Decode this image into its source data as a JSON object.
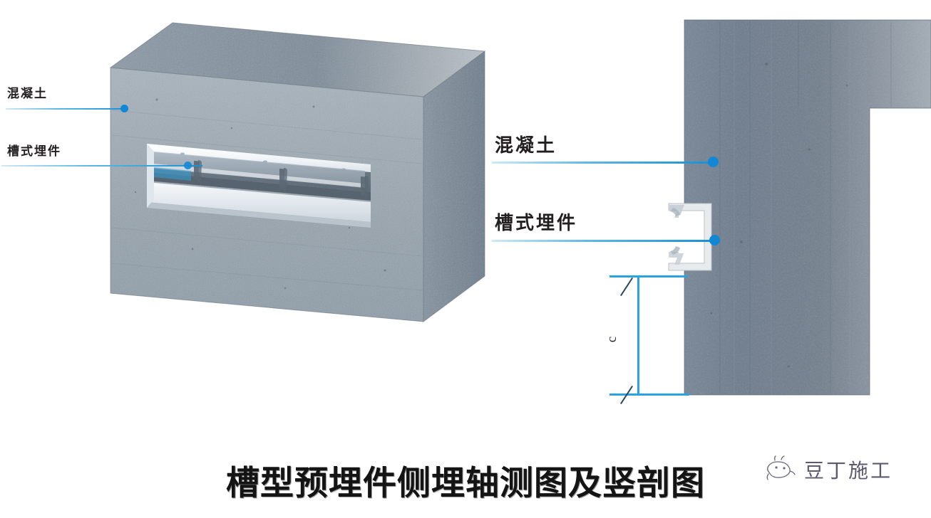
{
  "page": {
    "background": "#ffffff",
    "accent_blue": "#1188d6",
    "title": "槽型预埋件侧埋轴测图及竖剖图"
  },
  "isometric_view": {
    "name": "槽型预埋件侧埋轴测图",
    "concrete_colors": {
      "front": "#9aa6b0",
      "top": "#7e8c98",
      "side": "#78889a"
    },
    "channel_color": "#eef2f5",
    "labels": [
      {
        "text": "混凝土",
        "points_to": "concrete-face"
      },
      {
        "text": "槽式埋件",
        "points_to": "channel-embed"
      }
    ]
  },
  "section_view": {
    "name": "竖剖图",
    "concrete_color": "#6d7c8d",
    "channel_color": "#f2f4f6",
    "labels": [
      {
        "text": "混凝土",
        "points_to": "concrete-section"
      },
      {
        "text": "槽式埋件",
        "points_to": "channel-section"
      }
    ],
    "dimension": {
      "label": "c",
      "orientation": "vertical"
    }
  },
  "watermark": {
    "text": "豆丁施工",
    "icon": "mascot-icon"
  }
}
